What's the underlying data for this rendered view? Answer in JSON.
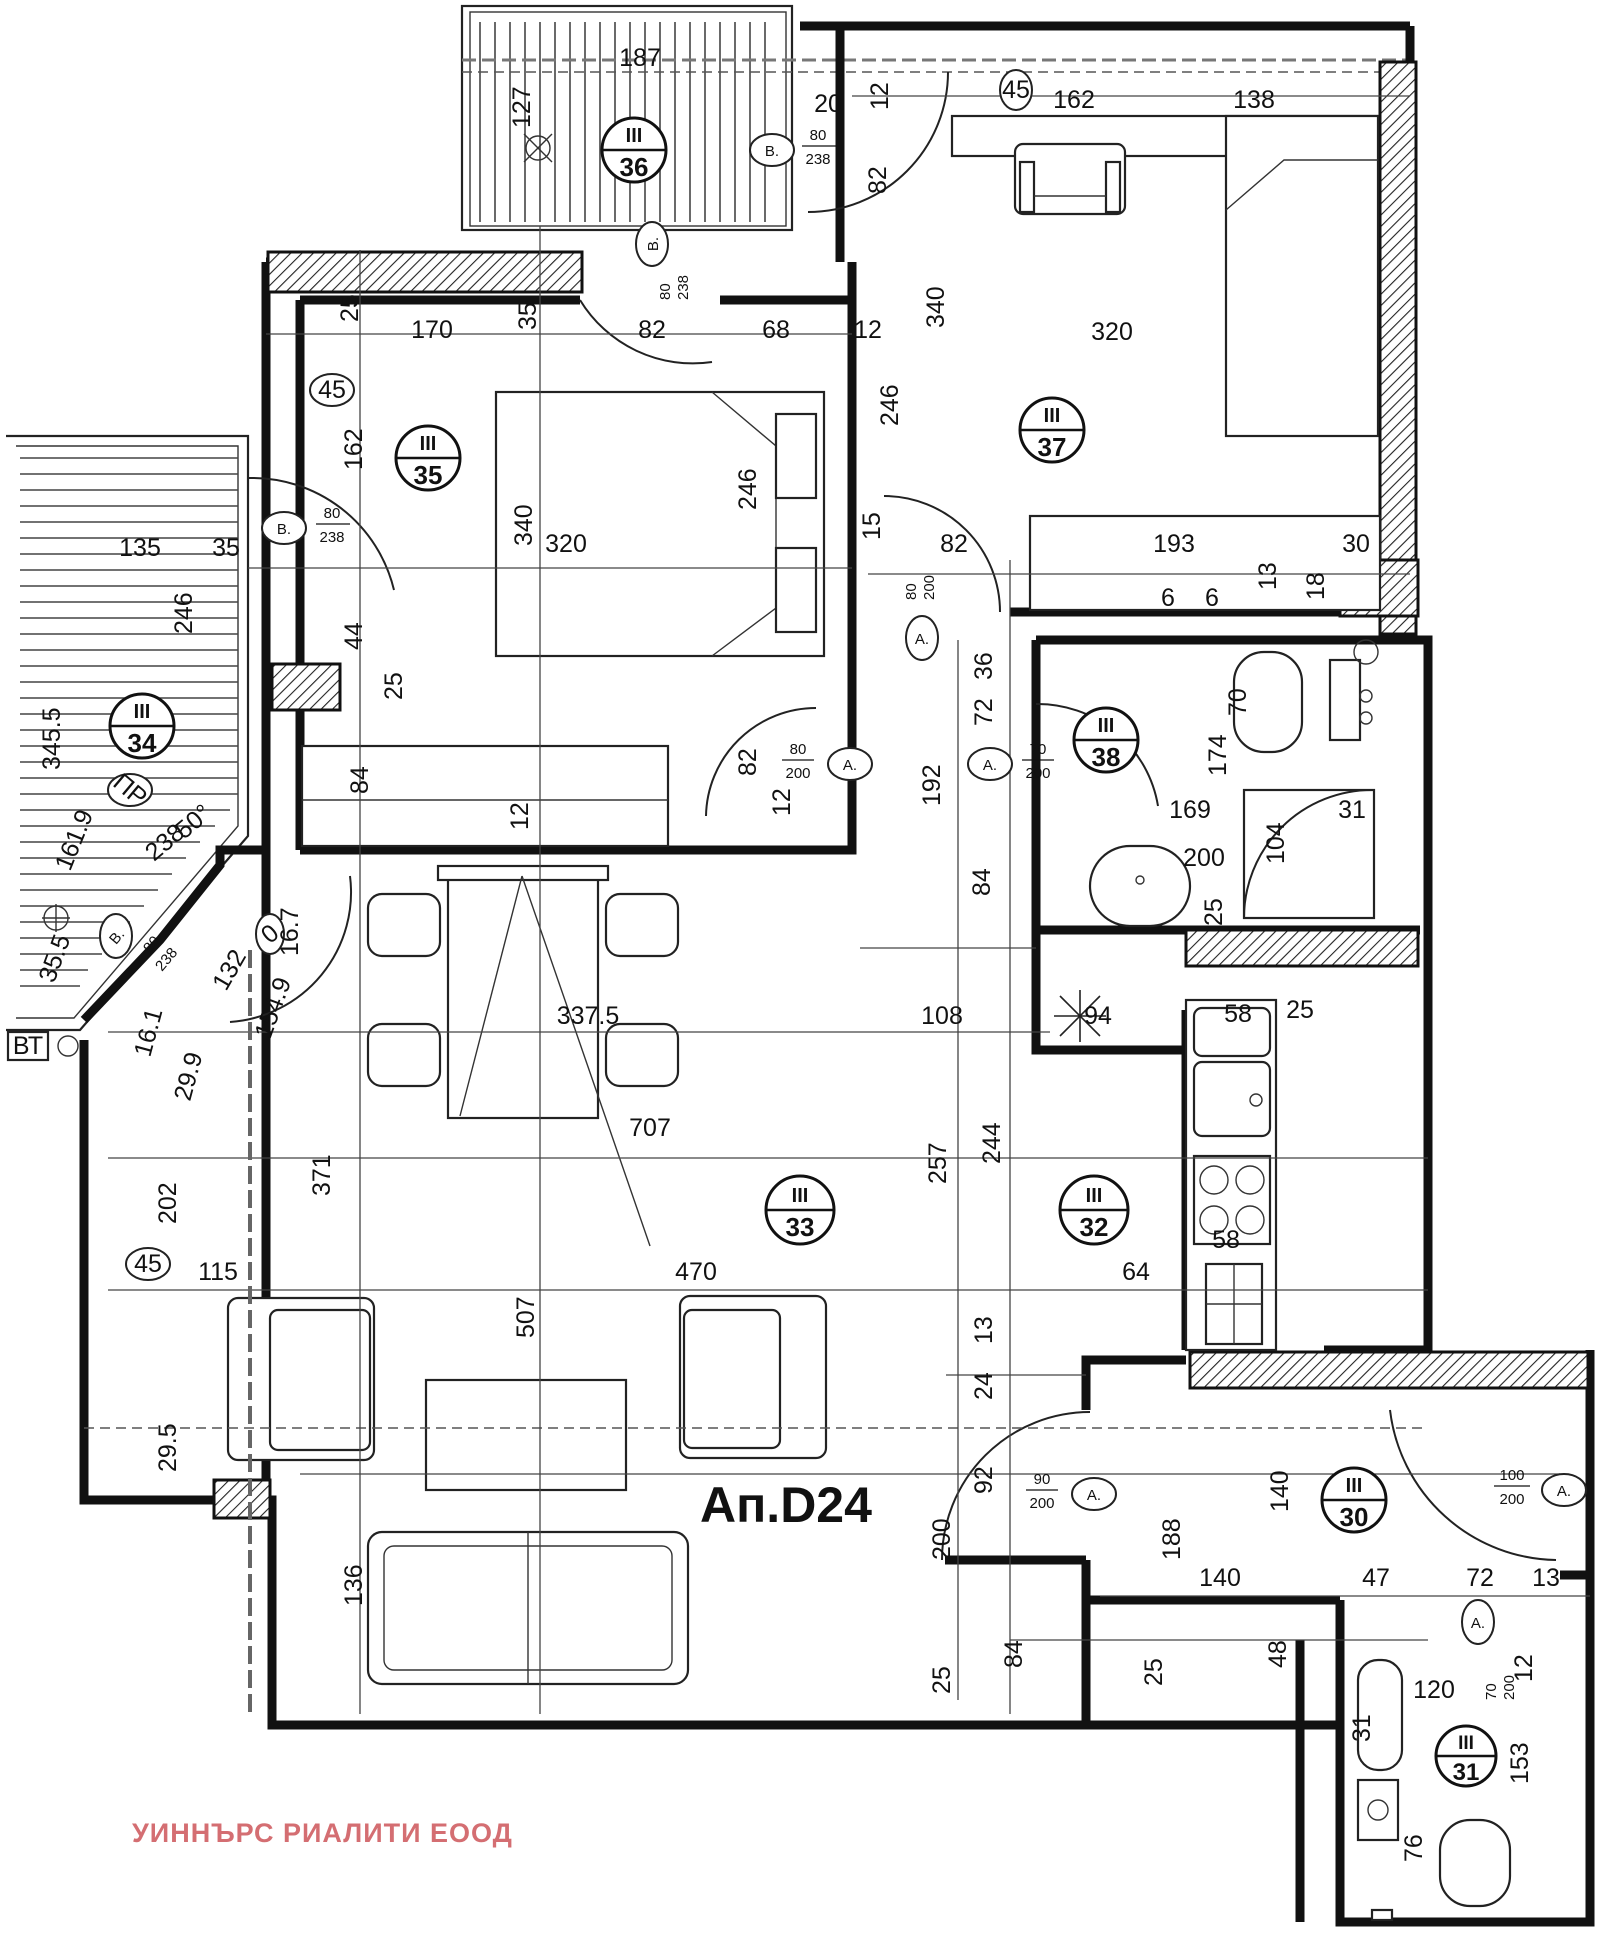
{
  "plan": {
    "apartment_label": "Ап.D24",
    "company_name": "УИННЪРС РИАЛИТИ ЕООД",
    "company_color": "#d46e72",
    "rooms": [
      {
        "floor": "III",
        "number": "36"
      },
      {
        "floor": "III",
        "number": "35"
      },
      {
        "floor": "III",
        "number": "37"
      },
      {
        "floor": "III",
        "number": "34"
      },
      {
        "floor": "III",
        "number": "38"
      },
      {
        "floor": "III",
        "number": "33"
      },
      {
        "floor": "III",
        "number": "32"
      },
      {
        "floor": "III",
        "number": "30"
      },
      {
        "floor": "III",
        "number": "31"
      }
    ],
    "doors": [
      {
        "type": "В.",
        "size_top": "80",
        "size_bottom": "238"
      },
      {
        "type": "В.",
        "size_top": "80",
        "size_bottom": "238"
      },
      {
        "type": "В.",
        "size_top": "80",
        "size_bottom": "238"
      },
      {
        "type": "В.",
        "size_top": "80",
        "size_bottom": "238"
      },
      {
        "type": "А.",
        "size_top": "80",
        "size_bottom": "200"
      },
      {
        "type": "А.",
        "size_top": "80",
        "size_bottom": "200"
      },
      {
        "type": "А.",
        "size_top": "70",
        "size_bottom": "200"
      },
      {
        "type": "А.",
        "size_top": "90",
        "size_bottom": "200"
      },
      {
        "type": "А.",
        "size_top": "100",
        "size_bottom": "200"
      },
      {
        "type": "А.",
        "size_top": "70",
        "size_bottom": "200"
      }
    ],
    "markers": [
      "45",
      "45",
      "45",
      "ПР",
      "0",
      "ВТ"
    ],
    "dimensions": [
      "187",
      "127",
      "20",
      "12",
      "82",
      "162",
      "138",
      "340",
      "320",
      "25",
      "170",
      "35",
      "82",
      "68",
      "12",
      "246",
      "162",
      "340",
      "320",
      "246",
      "135",
      "35",
      "246",
      "15",
      "82",
      "193",
      "30",
      "6",
      "6",
      "13",
      "18",
      "44",
      "25",
      "36",
      "72",
      "345.5",
      "192",
      "84",
      "82",
      "12",
      "84",
      "12",
      "70",
      "174",
      "169",
      "31",
      "200",
      "104",
      "25",
      "161.9",
      "50°",
      "238",
      "132",
      "16.7",
      "154.9",
      "337.5",
      "108",
      "94",
      "58",
      "25",
      "35.5",
      "16.1",
      "29.9",
      "707",
      "371",
      "257",
      "244",
      "58",
      "202",
      "115",
      "470",
      "64",
      "507",
      "13",
      "24",
      "29.5",
      "92",
      "140",
      "200",
      "188",
      "140",
      "47",
      "72",
      "13",
      "136",
      "84",
      "25",
      "25",
      "48",
      "120",
      "12",
      "31",
      "153",
      "76"
    ]
  }
}
